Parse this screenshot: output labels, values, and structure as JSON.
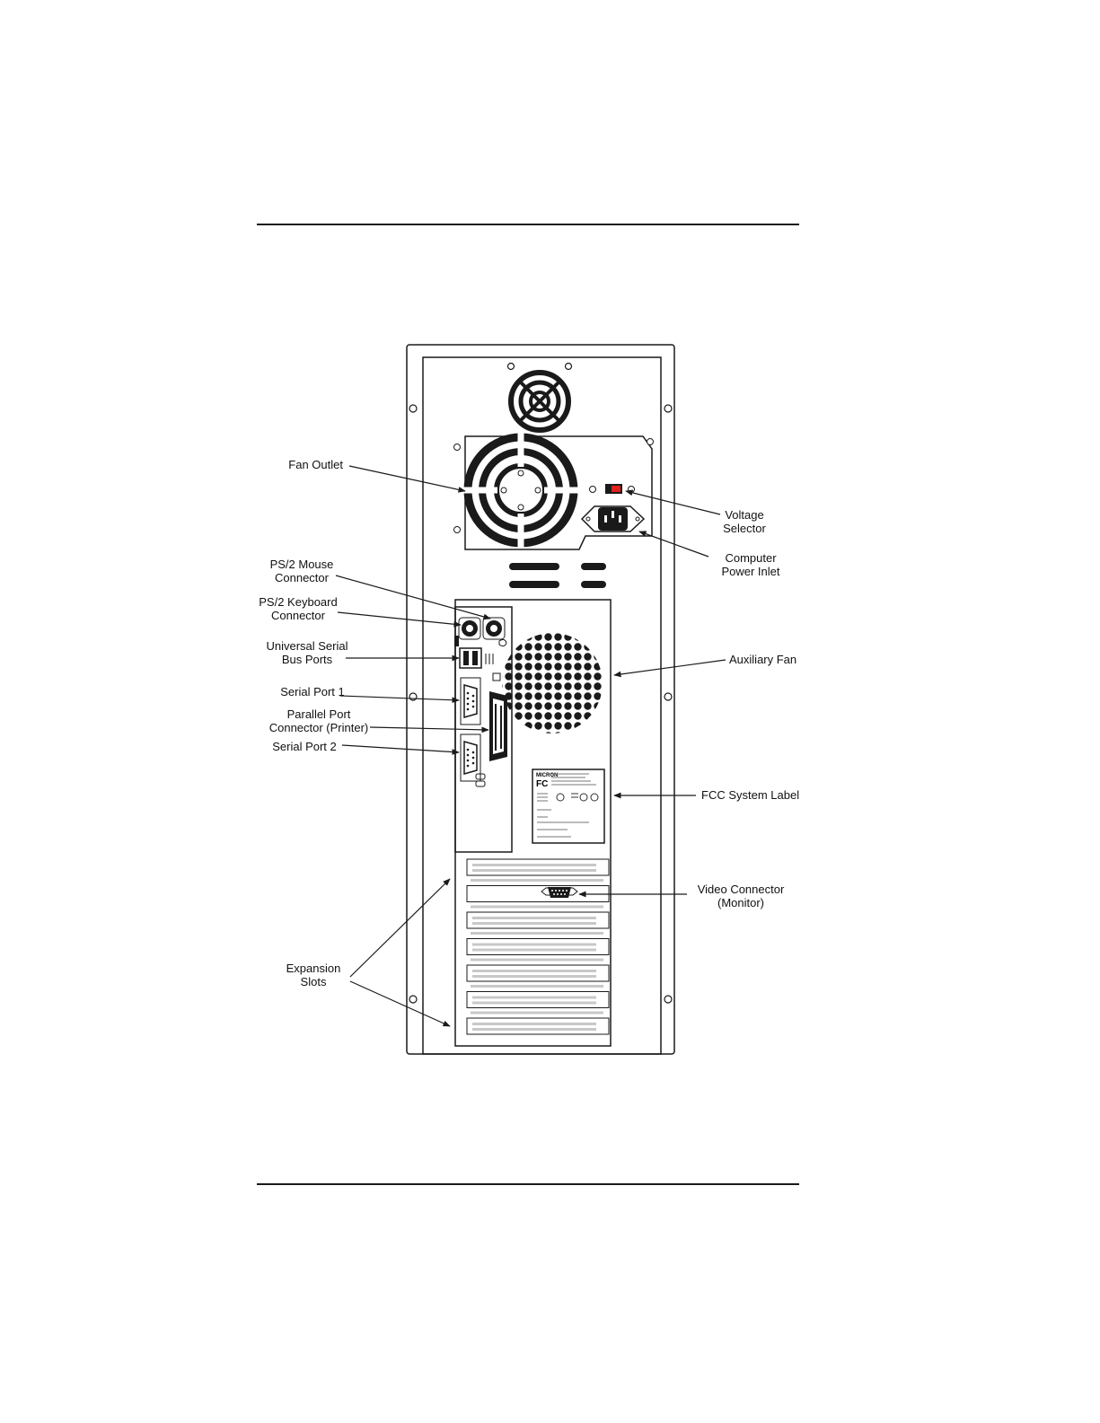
{
  "labels": {
    "fan_outlet": "Fan Outlet",
    "voltage_selector": [
      "Voltage",
      "Selector"
    ],
    "power_inlet": [
      "Computer",
      "Power Inlet"
    ],
    "ps2_mouse": [
      "PS/2 Mouse",
      "Connector"
    ],
    "ps2_keyboard": [
      "PS/2 Keyboard",
      "Connector"
    ],
    "usb_ports": [
      "Universal Serial",
      "Bus Ports"
    ],
    "auxiliary_fan": "Auxiliary Fan",
    "serial_port_1": "Serial Port 1",
    "parallel_port": [
      "Parallel Port",
      "Connector (Printer)"
    ],
    "serial_port_2": "Serial Port 2",
    "fcc_label": "FCC System Label",
    "video_connector": [
      "Video Connector",
      "(Monitor)"
    ],
    "expansion_slots": [
      "Expansion",
      "Slots"
    ]
  },
  "fcc_sticker": {
    "brand": "MICRON",
    "fcc_mark": "FC"
  },
  "colors": {
    "line": "#1a1a1a",
    "voltage_switch": "#e0201c",
    "slot_gray": "#c8c8c8"
  }
}
